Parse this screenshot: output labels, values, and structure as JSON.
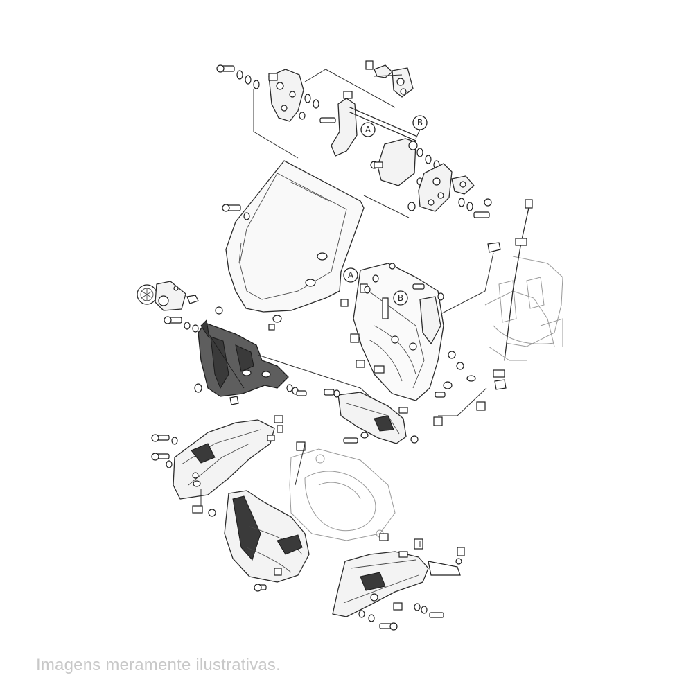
{
  "caption": "Imagens meramente ilustrativas.",
  "callouts": {
    "a_top": "A",
    "b_top": "B",
    "a_mid": "A",
    "b_mid": "B"
  },
  "colors": {
    "highlighted_part": "#5e5e5e",
    "line": "#2b2b2b",
    "caption": "#c8c8c8"
  }
}
